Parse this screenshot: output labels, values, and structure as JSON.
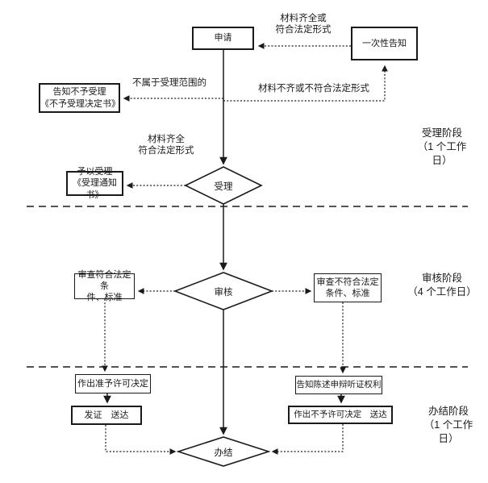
{
  "diagram": {
    "nodes": {
      "apply": "申请",
      "one_time_notice": "一次性告知",
      "notify_rejection": "告知不予受理\n《不予受理决定书》",
      "accept": "受理",
      "grant_acceptance": "予以受理\n《受理通知书》",
      "review": "审核",
      "review_pass": "审查符合法定条\n件、标准",
      "review_fail": "审查不符合法定\n条件、标准",
      "decision_approve": "作出准予许可决定",
      "issue_deliver": "发证　送达",
      "notify_rights": "告知陈述申辩听证权利",
      "decision_deny": "作出不予许可决定　送达",
      "close": "办结"
    },
    "edge_labels": {
      "materials_complete_or_legal": "材料齐全或\n符合法定形式",
      "not_in_acceptance_scope": "不属于受理范围的",
      "materials_incomplete": "材料不齐或不符合法定形式",
      "materials_complete_legal": "材料齐全\n符合法定形式"
    },
    "stages": {
      "acceptance": "受理阶段\n（1 个工作\n日）",
      "review": "审核阶段\n（4 个工作日）",
      "closing": "办结阶段\n（1 个工作\n日）"
    },
    "colors": {
      "line": "#1a1a1a",
      "background": "#ffffff"
    }
  }
}
